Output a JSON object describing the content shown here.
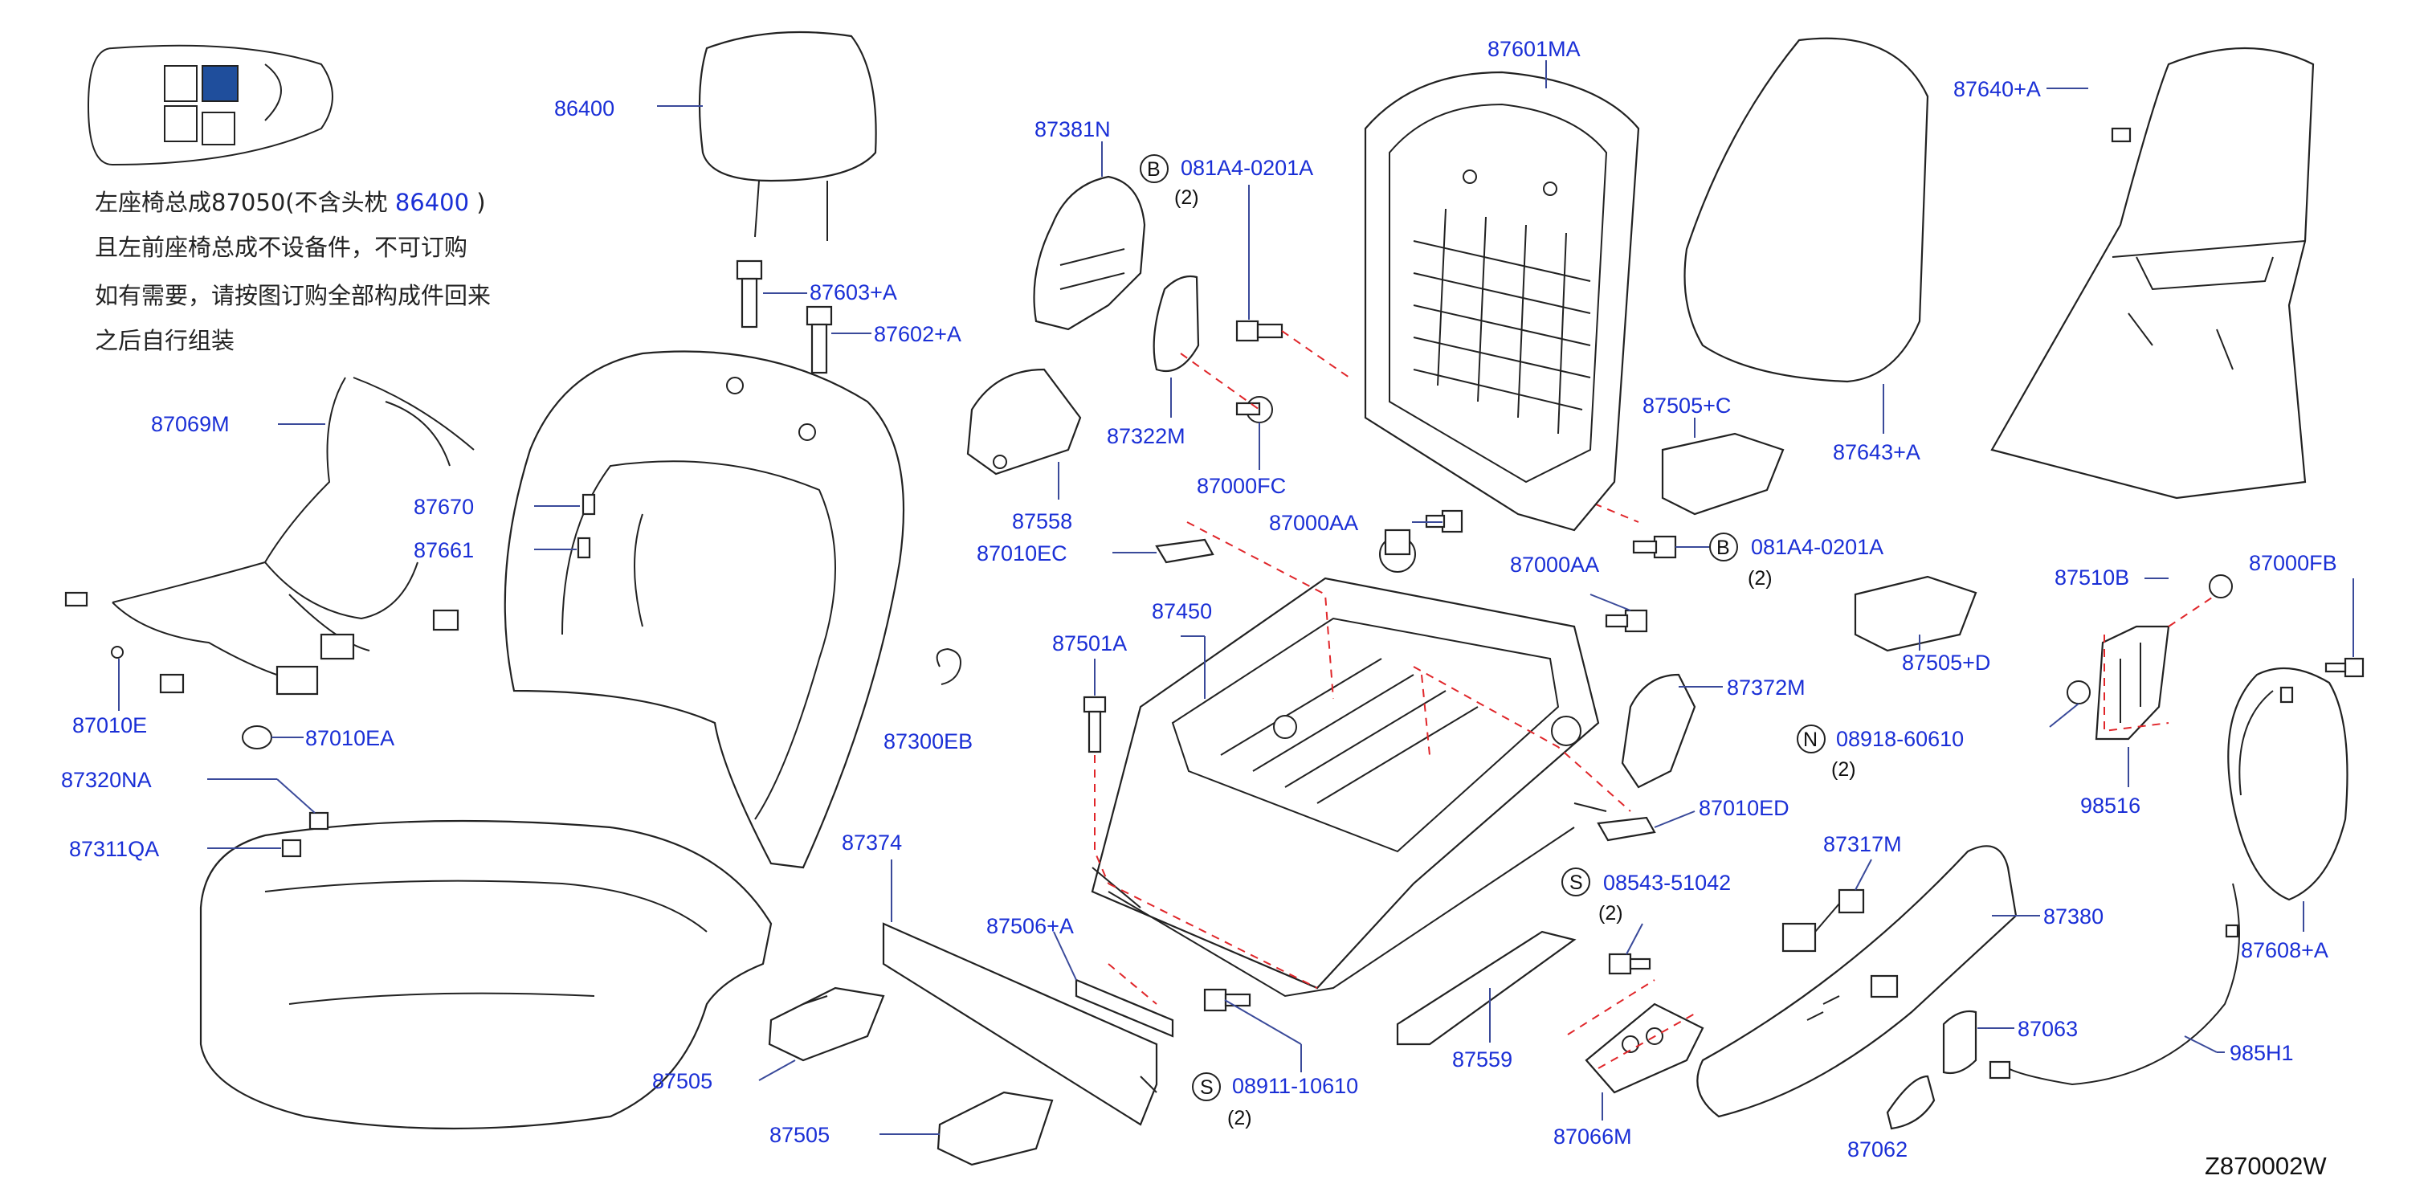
{
  "diagram_code": "Z870002W",
  "notes": {
    "line1_prefix": "左座椅总成",
    "line1_part": "87050",
    "line1_mid": "(不含头枕 ",
    "line1_headrest": "86400",
    "line1_suffix": " )",
    "line2": "且左前座椅总成不设备件，不可订购",
    "line3": "如有需要，请按图订购全部构成件回来",
    "line4": "之后自行组装"
  },
  "labels": {
    "p86400": "86400",
    "p87603A": "87603+A",
    "p87602A": "87602+A",
    "p87069M": "87069M",
    "p87670": "87670",
    "p87661": "87661",
    "p87010E": "87010E",
    "p87010EA": "87010EA",
    "p87320NA": "87320NA",
    "p87311QA": "87311QA",
    "p87381N": "87381N",
    "p87322M": "87322M",
    "p87558": "87558",
    "p87000FC": "87000FC",
    "p87010EC": "87010EC",
    "p87300EB": "87300EB",
    "p87450": "87450",
    "p87501A": "87501A",
    "p87374": "87374",
    "p87506A": "87506+A",
    "p87505a": "87505",
    "p87505b": "87505",
    "p87601MA": "87601MA",
    "p87000AA1": "87000AA",
    "p87000AA2": "87000AA",
    "p87505C": "87505+C",
    "p87505D": "87505+D",
    "p87372M": "87372M",
    "p87010ED": "87010ED",
    "p87559": "87559",
    "p87066M": "87066M",
    "p87317M": "87317M",
    "p87380": "87380",
    "p87063": "87063",
    "p87062": "87062",
    "p87640A": "87640+A",
    "p87643A": "87643+A",
    "p87510B": "87510B",
    "p87000FB": "87000FB",
    "p98516": "98516",
    "p87608A": "87608+A",
    "p985H1": "985H1"
  },
  "callouts": {
    "b1": {
      "letter": "B",
      "part": "081A4-0201A",
      "qty": "(2)"
    },
    "b2": {
      "letter": "B",
      "part": "081A4-0201A",
      "qty": "(2)"
    },
    "n1": {
      "letter": "N",
      "part": "08918-60610",
      "qty": "(2)"
    },
    "s1": {
      "letter": "S",
      "part": "08543-51042",
      "qty": "(2)"
    },
    "s2": {
      "letter": "S",
      "part": "08911-10610",
      "qty": "(2)"
    }
  },
  "colors": {
    "label_blue": "#1a2fd6",
    "leader_dash_red": "#e0262a",
    "highlight_seat": "#1f4e9c"
  }
}
